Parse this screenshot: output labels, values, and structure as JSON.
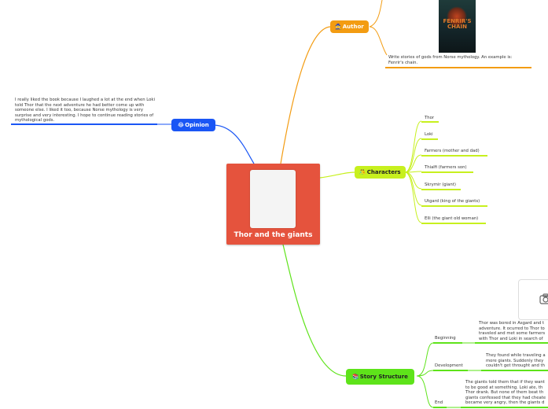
{
  "central": {
    "title": "Thor and the giants"
  },
  "author": {
    "label": "Author",
    "emoji": "🧙",
    "book_title": "FENRIR'S CHAIN",
    "note": "Write stories of gods from Norse mythology.  An example is: Fenrir's chain."
  },
  "opinion": {
    "label": "Opinion",
    "emoji": "😂",
    "note": "I really liked the book because I laughed a lot at the end when Loki told Thor that the next adventure he had better come up with someone else. I liked it too, because Norse mythology is very surprise and very interesting. I hope to continue reading stories of mythological gods."
  },
  "characters": {
    "label": "Characters",
    "emoji": "🤼",
    "items": [
      "Thor",
      "Loki",
      "Farmers (mother and dad)",
      "Thialfi (farmers son)",
      "Skrymir (giant)",
      "Utgard (king of the giants)",
      "Elli (the giant old woman)"
    ]
  },
  "story": {
    "label": "Story Structure",
    "emoji": "📚",
    "parts": [
      {
        "label": "Beginning",
        "text": "Thor was bored in Asgard and t adventure. It ocurred to Thor to traveled and met some farmers with Thor and Loki in search of"
      },
      {
        "label": "Development",
        "text": "They found while traveling a more giants. Suddenly they couldn't get throught and th"
      },
      {
        "label": "End",
        "text": "The giants told them that if they want to be good at something. Loki ate, th Thor drank. But none of them beat th giants confessed that they had cheate became very angry, then the giants d"
      }
    ]
  },
  "colors": {
    "central": "#e5533d",
    "author": "#f39c12",
    "opinion": "#1a56f5",
    "characters": "#c7f01e",
    "story": "#5ee31a"
  }
}
